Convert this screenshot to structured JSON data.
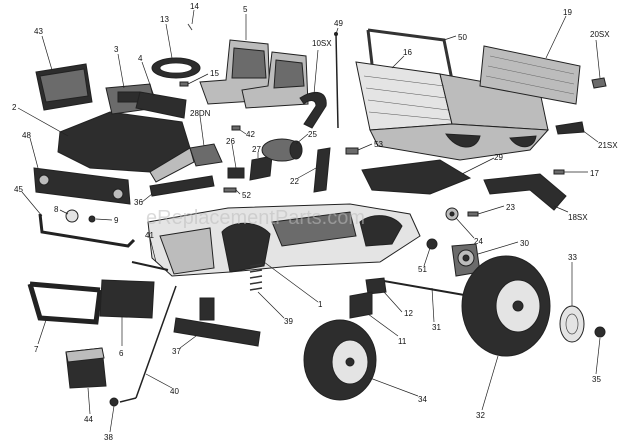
{
  "watermark": "eReplacementParts.com",
  "callouts": [
    {
      "id": "l1",
      "text": "1"
    },
    {
      "id": "l2",
      "text": "2"
    },
    {
      "id": "l3",
      "text": "3"
    },
    {
      "id": "l4",
      "text": "4"
    },
    {
      "id": "l5",
      "text": "5"
    },
    {
      "id": "l6",
      "text": "6"
    },
    {
      "id": "l7",
      "text": "7"
    },
    {
      "id": "l8",
      "text": "8"
    },
    {
      "id": "l9",
      "text": "9"
    },
    {
      "id": "l10",
      "text": "10SX"
    },
    {
      "id": "l11",
      "text": "11"
    },
    {
      "id": "l12",
      "text": "12"
    },
    {
      "id": "l13",
      "text": "13"
    },
    {
      "id": "l14",
      "text": "14"
    },
    {
      "id": "l15",
      "text": "15"
    },
    {
      "id": "l16",
      "text": "16"
    },
    {
      "id": "l17",
      "text": "17"
    },
    {
      "id": "l18",
      "text": "18SX"
    },
    {
      "id": "l19",
      "text": "19"
    },
    {
      "id": "l20",
      "text": "20SX"
    },
    {
      "id": "l21",
      "text": "21SX"
    },
    {
      "id": "l22",
      "text": "22"
    },
    {
      "id": "l23",
      "text": "23"
    },
    {
      "id": "l24",
      "text": "24"
    },
    {
      "id": "l25",
      "text": "25"
    },
    {
      "id": "l26",
      "text": "26"
    },
    {
      "id": "l27",
      "text": "27"
    },
    {
      "id": "l28",
      "text": "28DN"
    },
    {
      "id": "l29",
      "text": "29"
    },
    {
      "id": "l30",
      "text": "30"
    },
    {
      "id": "l31",
      "text": "31"
    },
    {
      "id": "l32",
      "text": "32"
    },
    {
      "id": "l33",
      "text": "33"
    },
    {
      "id": "l34",
      "text": "34"
    },
    {
      "id": "l35",
      "text": "35"
    },
    {
      "id": "l36",
      "text": "36"
    },
    {
      "id": "l37",
      "text": "37"
    },
    {
      "id": "l38",
      "text": "38"
    },
    {
      "id": "l39",
      "text": "39"
    },
    {
      "id": "l40",
      "text": "40"
    },
    {
      "id": "l41",
      "text": "41"
    },
    {
      "id": "l42",
      "text": "42"
    },
    {
      "id": "l43",
      "text": "43"
    },
    {
      "id": "l44",
      "text": "44"
    },
    {
      "id": "l45",
      "text": "45"
    },
    {
      "id": "l48",
      "text": "48"
    },
    {
      "id": "l49",
      "text": "49"
    },
    {
      "id": "l50",
      "text": "50"
    },
    {
      "id": "l51",
      "text": "51"
    },
    {
      "id": "l52",
      "text": "52"
    },
    {
      "id": "l53",
      "text": "53"
    }
  ]
}
